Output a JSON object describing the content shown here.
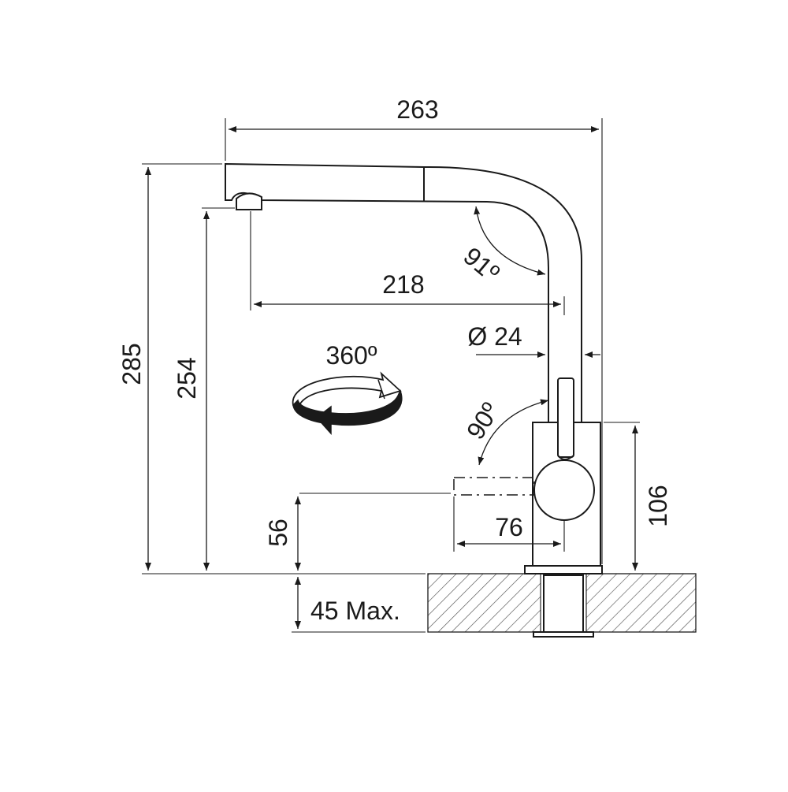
{
  "dimensions": {
    "overall_length": "263",
    "overall_height": "285",
    "spout_height": "254",
    "spout_reach": "218",
    "spout_angle": "91º",
    "pipe_diameter": "Ø 24",
    "handle_angle": "90º",
    "rotation": "360º",
    "handle_height": "56",
    "handle_reach": "76",
    "body_height": "106",
    "counter_thickness": "45 Max."
  }
}
